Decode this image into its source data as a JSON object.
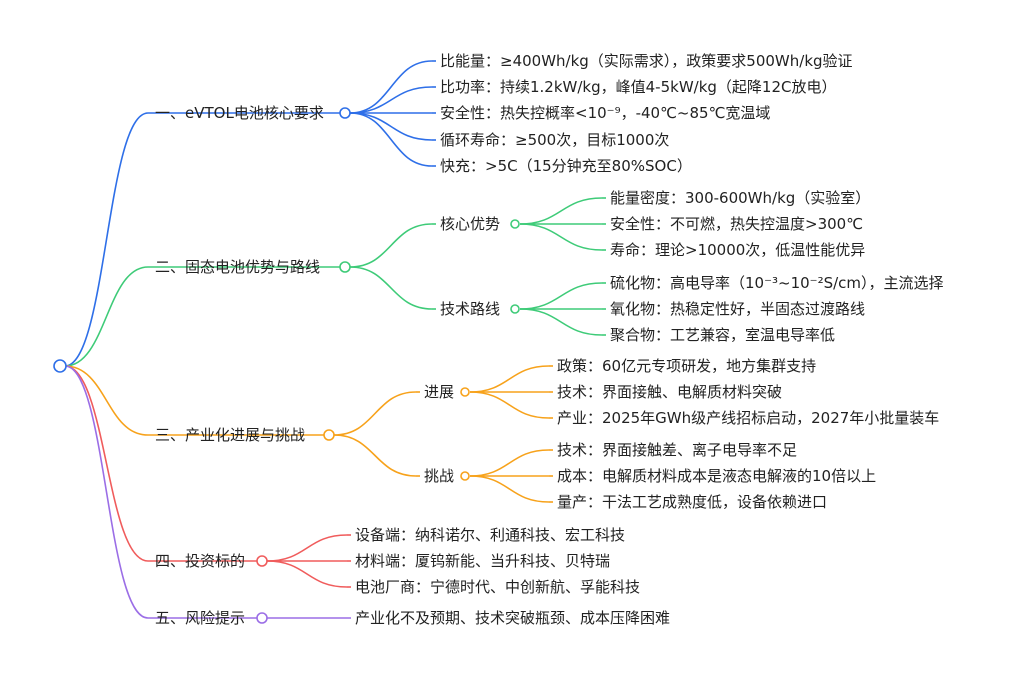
{
  "colors": {
    "blue": "#2e6fe8",
    "green": "#3ecb78",
    "orange": "#f7a21b",
    "red": "#f05c5c",
    "purple": "#9b6ee6"
  },
  "mindmap": {
    "branches": [
      {
        "label": "一、eVTOL电池核心要求",
        "color": "blue",
        "items": [
          "比能量：≥400Wh/kg（实际需求），政策要求500Wh/kg验证",
          "比功率：持续1.2kW/kg，峰值4-5kW/kg（起降12C放电）",
          "安全性：热失控概率<10⁻⁹，-40℃~85℃宽温域",
          "循环寿命：≥500次，目标1000次",
          "快充：>5C（15分钟充至80%SOC）"
        ]
      },
      {
        "label": "二、固态电池优势与路线",
        "color": "green",
        "groups": [
          {
            "label": "核心优势",
            "items": [
              "能量密度：300-600Wh/kg（实验室）",
              "安全性：不可燃，热失控温度>300℃",
              "寿命：理论>10000次，低温性能优异"
            ]
          },
          {
            "label": "技术路线",
            "items": [
              "硫化物：高电导率（10⁻³~10⁻²S/cm），主流选择",
              "氧化物：热稳定性好，半固态过渡路线",
              "聚合物：工艺兼容，室温电导率低"
            ]
          }
        ]
      },
      {
        "label": "三、产业化进展与挑战",
        "color": "orange",
        "groups": [
          {
            "label": "进展",
            "items": [
              "政策：60亿元专项研发，地方集群支持",
              "技术：界面接触、电解质材料突破",
              "产业：2025年GWh级产线招标启动，2027年小批量装车"
            ]
          },
          {
            "label": "挑战",
            "items": [
              "技术：界面接触差、离子电导率不足",
              "成本：电解质材料成本是液态电解液的10倍以上",
              "量产：干法工艺成熟度低，设备依赖进口"
            ]
          }
        ]
      },
      {
        "label": "四、投资标的",
        "color": "red",
        "items": [
          "设备端：纳科诺尔、利通科技、宏工科技",
          "材料端：厦钨新能、当升科技、贝特瑞",
          "电池厂商：宁德时代、中创新航、孚能科技"
        ]
      },
      {
        "label": "五、风险提示",
        "color": "purple",
        "items": [
          "产业化不及预期、技术突破瓶颈、成本压降困难"
        ]
      }
    ]
  }
}
